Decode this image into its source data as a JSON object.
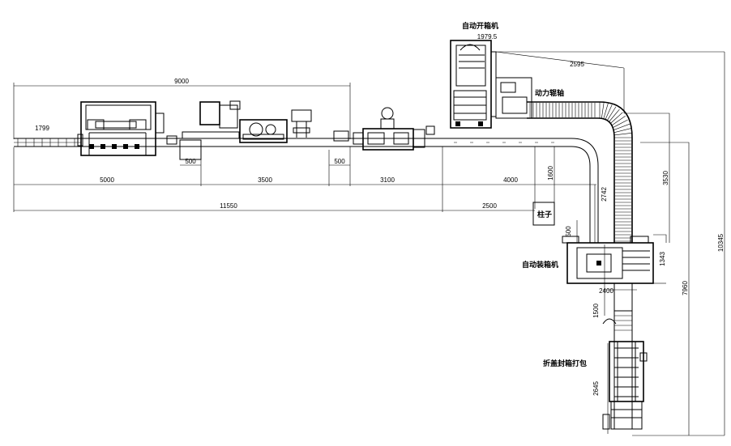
{
  "labels": {
    "case_erector": "自动开箱机",
    "powered_roller": "动力辊轴",
    "pillar": "柱子",
    "case_packer": "自动装箱机",
    "fold_seal_strap": "折盖封箱打包"
  },
  "dimensions": {
    "d9000": "9000",
    "d1799": "1799",
    "d5000": "5000",
    "d3500": "3500",
    "d500a": "500",
    "d500b": "500",
    "d3100": "3100",
    "d4000": "4000",
    "d11550": "11550",
    "d2500": "2500",
    "d1979_5": "1979.5",
    "d2595": "2595",
    "d1600": "1600",
    "d2742": "2742",
    "d3530": "3530",
    "d500c": "500",
    "d1343": "1343",
    "d2400": "2400",
    "d7960": "7960",
    "d10345": "10345",
    "d1500": "1500",
    "d2645": "2645"
  }
}
